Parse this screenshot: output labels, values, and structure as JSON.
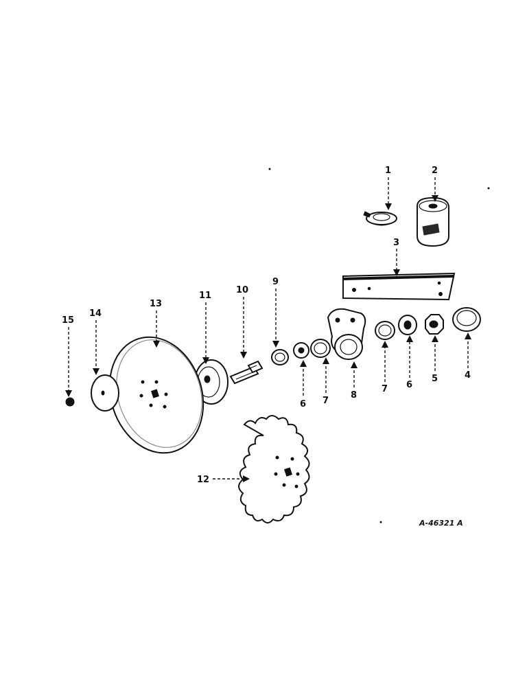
{
  "diagram": {
    "reference_code": "A-46321 A",
    "callouts": [
      {
        "id": "c1",
        "label": "1"
      },
      {
        "id": "c2",
        "label": "2"
      },
      {
        "id": "c3",
        "label": "3"
      },
      {
        "id": "c4",
        "label": "4"
      },
      {
        "id": "c5",
        "label": "5"
      },
      {
        "id": "c6a",
        "label": "6"
      },
      {
        "id": "c6b",
        "label": "6"
      },
      {
        "id": "c7a",
        "label": "7"
      },
      {
        "id": "c7b",
        "label": "7"
      },
      {
        "id": "c8",
        "label": "8"
      },
      {
        "id": "c9",
        "label": "9"
      },
      {
        "id": "c10",
        "label": "10"
      },
      {
        "id": "c11",
        "label": "11"
      },
      {
        "id": "c12",
        "label": "12"
      },
      {
        "id": "c13",
        "label": "13"
      },
      {
        "id": "c14",
        "label": "14"
      },
      {
        "id": "c15",
        "label": "15"
      }
    ]
  }
}
